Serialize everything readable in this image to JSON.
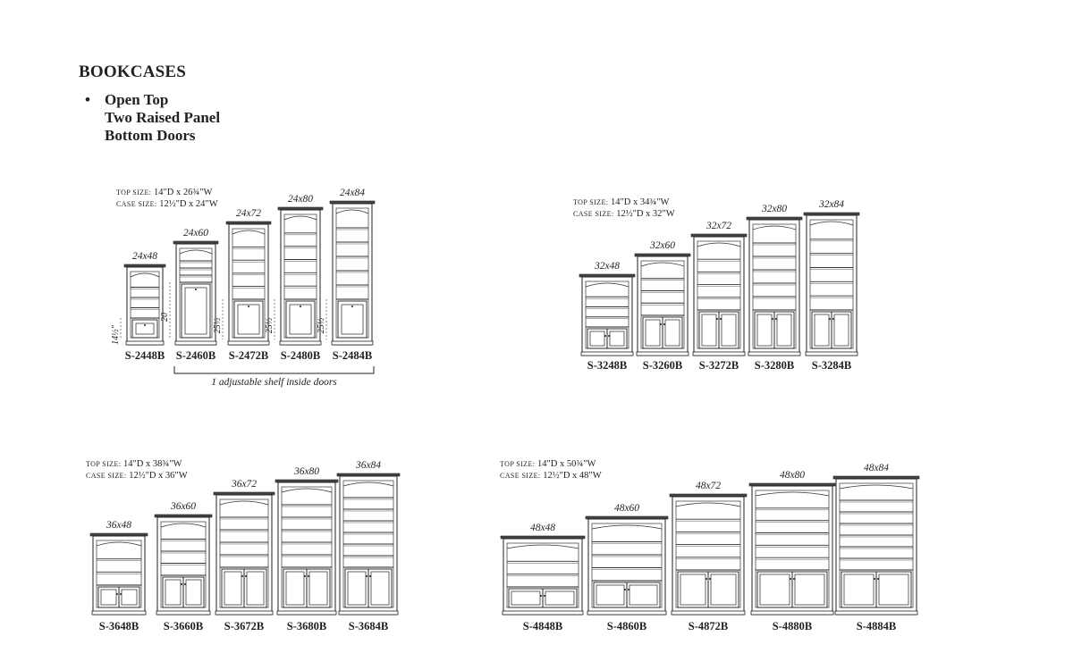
{
  "title": "BOOKCASES",
  "bullet": [
    "Open Top",
    "Two Raised Panel",
    "Bottom Doors"
  ],
  "groups": [
    {
      "id": "g24",
      "spec": {
        "top_key": "TOP SIZE:",
        "top_val": "14\"D x 26¾\"W",
        "case_key": "CASE SIZE:",
        "case_val": "12½\"D x 24\"W"
      },
      "units": [
        {
          "size": "24x48",
          "code": "S-2448B",
          "dim": "14½\""
        },
        {
          "size": "24x60",
          "code": "S-2460B",
          "dim": "20"
        },
        {
          "size": "24x72",
          "code": "S-2472B",
          "dim": "25½"
        },
        {
          "size": "24x80",
          "code": "S-2480B",
          "dim": "25½"
        },
        {
          "size": "24x84",
          "code": "S-2484B",
          "dim": "25½"
        }
      ],
      "note": "1 adjustable shelf inside doors"
    },
    {
      "id": "g32",
      "spec": {
        "top_key": "TOP SIZE:",
        "top_val": "14\"D x 34¾\"W",
        "case_key": "CASE SIZE:",
        "case_val": "12½\"D x 32\"W"
      },
      "units": [
        {
          "size": "32x48",
          "code": "S-3248B"
        },
        {
          "size": "32x60",
          "code": "S-3260B"
        },
        {
          "size": "32x72",
          "code": "S-3272B"
        },
        {
          "size": "32x80",
          "code": "S-3280B"
        },
        {
          "size": "32x84",
          "code": "S-3284B"
        }
      ]
    },
    {
      "id": "g36",
      "spec": {
        "top_key": "TOP SIZE:",
        "top_val": "14\"D x 38¾\"W",
        "case_key": "CASE SIZE:",
        "case_val": "12½\"D x 36\"W"
      },
      "units": [
        {
          "size": "36x48",
          "code": "S-3648B"
        },
        {
          "size": "36x60",
          "code": "S-3660B"
        },
        {
          "size": "36x72",
          "code": "S-3672B"
        },
        {
          "size": "36x80",
          "code": "S-3680B"
        },
        {
          "size": "36x84",
          "code": "S-3684B"
        }
      ]
    },
    {
      "id": "g48",
      "spec": {
        "top_key": "TOP SIZE:",
        "top_val": "14\"D x 50¾\"W",
        "case_key": "CASE SIZE:",
        "case_val": "12½\"D x 48\"W"
      },
      "units": [
        {
          "size": "48x48",
          "code": "S-4848B"
        },
        {
          "size": "48x60",
          "code": "S-4860B"
        },
        {
          "size": "48x72",
          "code": "S-4872B"
        },
        {
          "size": "48x80",
          "code": "S-4880B"
        },
        {
          "size": "48x84",
          "code": "S-4884B"
        }
      ]
    }
  ]
}
